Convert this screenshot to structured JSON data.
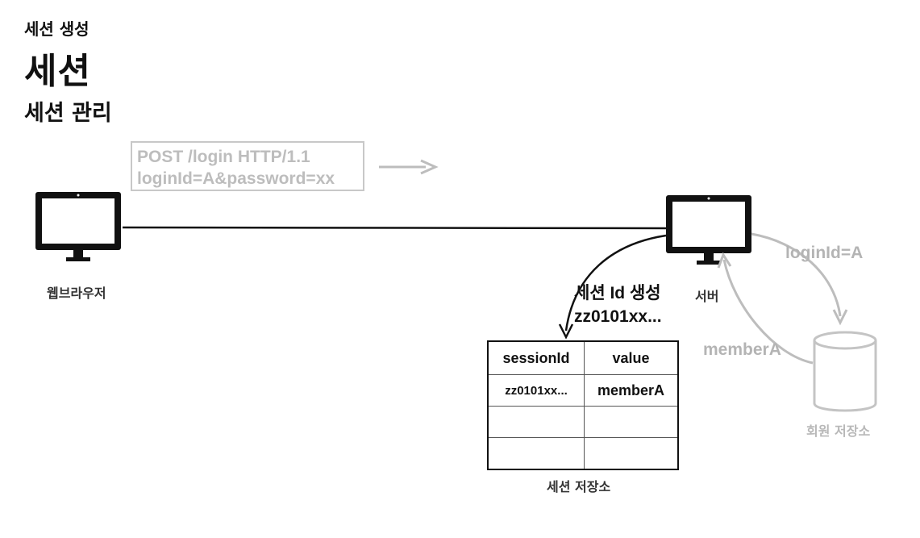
{
  "header": {
    "breadcrumb": "세션 생성",
    "title": "세션",
    "subtitle": "세션 관리"
  },
  "request": {
    "line1_prefix": "POST ",
    "line1_path": "/login",
    "line1_suffix": " HTTP/1.1",
    "line2": "loginId=A&password=xx"
  },
  "nodes": {
    "browser_label": "웹브라우저",
    "server_label": "서버",
    "db_label": "회원 저장소"
  },
  "flows": {
    "login_query": "loginId=A",
    "member_result": "memberA",
    "session_gen_line1": "세션 Id 생성",
    "session_gen_line2": "zz0101xx..."
  },
  "session_store": {
    "label": "세션 저장소",
    "headers": [
      "sessionId",
      "value"
    ],
    "rows": [
      [
        "zz0101xx...",
        "memberA"
      ],
      [
        "",
        ""
      ],
      [
        "",
        ""
      ]
    ]
  },
  "colors": {
    "ink": "#111111",
    "faded": "#bdbdbd"
  }
}
